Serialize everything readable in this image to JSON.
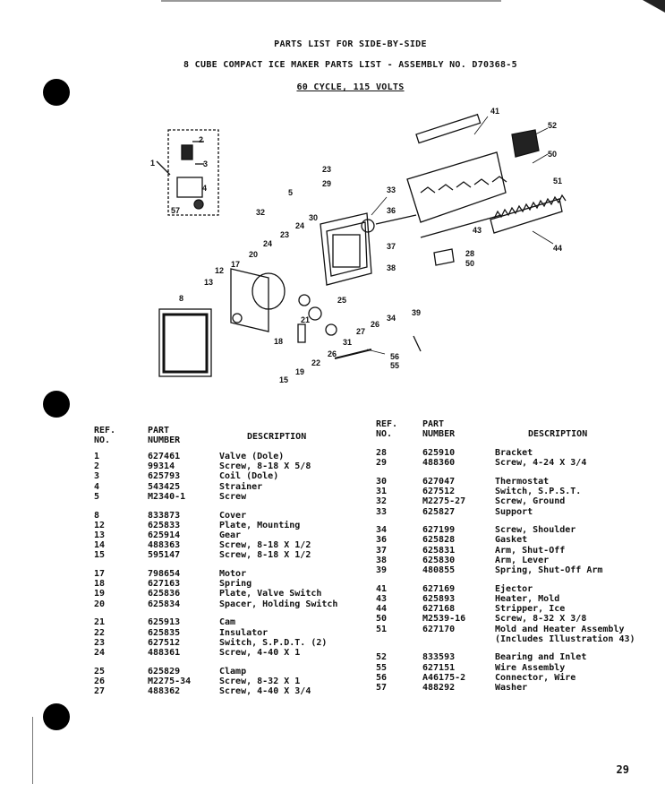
{
  "header": {
    "line1": "PARTS LIST FOR SIDE-BY-SIDE",
    "line2": "8 CUBE COMPACT ICE MAKER PARTS LIST - ASSEMBLY NO.  D70368-5",
    "line3": "60 CYCLE, 115 VOLTS"
  },
  "diagram": {
    "callouts": [
      "1",
      "2",
      "3",
      "4",
      "5",
      "8",
      "12",
      "13",
      "15",
      "17",
      "18",
      "19",
      "20",
      "21",
      "22",
      "23",
      "23",
      "24",
      "24",
      "25",
      "26",
      "26",
      "27",
      "28",
      "29",
      "30",
      "31",
      "32",
      "33",
      "34",
      "36",
      "37",
      "38",
      "39",
      "41",
      "43",
      "44",
      "50",
      "50",
      "51",
      "52",
      "55",
      "56",
      "57"
    ]
  },
  "columns": {
    "ref_no": "REF.\nNO.",
    "part_number": "PART\nNUMBER",
    "description": "DESCRIPTION"
  },
  "left_groups": [
    [
      {
        "ref": "1",
        "part": "627461",
        "desc": "Valve (Dole)"
      },
      {
        "ref": "2",
        "part": "99314",
        "desc": "Screw, 8-18 X 5/8"
      },
      {
        "ref": "3",
        "part": "625793",
        "desc": "Coil (Dole)"
      },
      {
        "ref": "4",
        "part": "543425",
        "desc": "Strainer"
      },
      {
        "ref": "5",
        "part": "M2340-1",
        "desc": "Screw"
      }
    ],
    [
      {
        "ref": "8",
        "part": "833873",
        "desc": "Cover"
      },
      {
        "ref": "12",
        "part": "625833",
        "desc": "Plate, Mounting"
      },
      {
        "ref": "13",
        "part": "625914",
        "desc": "Gear"
      },
      {
        "ref": "14",
        "part": "488363",
        "desc": "Screw, 8-18 X 1/2"
      },
      {
        "ref": "15",
        "part": "595147",
        "desc": "Screw, 8-18 X 1/2"
      }
    ],
    [
      {
        "ref": "17",
        "part": "798654",
        "desc": "Motor"
      },
      {
        "ref": "18",
        "part": "627163",
        "desc": "Spring"
      },
      {
        "ref": "19",
        "part": "625836",
        "desc": "Plate, Valve Switch"
      },
      {
        "ref": "20",
        "part": "625834",
        "desc": "Spacer, Holding Switch"
      }
    ],
    [
      {
        "ref": "21",
        "part": "625913",
        "desc": "Cam"
      },
      {
        "ref": "22",
        "part": "625835",
        "desc": "Insulator"
      },
      {
        "ref": "23",
        "part": "627512",
        "desc": "Switch, S.P.D.T. (2)"
      },
      {
        "ref": "24",
        "part": "488361",
        "desc": "Screw, 4-40 X 1"
      }
    ],
    [
      {
        "ref": "25",
        "part": "625829",
        "desc": "Clamp"
      },
      {
        "ref": "26",
        "part": "M2275-34",
        "desc": "Screw, 8-32 X 1"
      },
      {
        "ref": "27",
        "part": "488362",
        "desc": "Screw, 4-40 X 3/4"
      }
    ]
  ],
  "right_groups": [
    [
      {
        "ref": "28",
        "part": "625910",
        "desc": "Bracket"
      },
      {
        "ref": "29",
        "part": "488360",
        "desc": "Screw, 4-24 X 3/4"
      }
    ],
    [
      {
        "ref": "30",
        "part": "627047",
        "desc": "Thermostat"
      },
      {
        "ref": "31",
        "part": "627512",
        "desc": "Switch, S.P.S.T."
      },
      {
        "ref": "32",
        "part": "M2275-27",
        "desc": "Screw, Ground"
      },
      {
        "ref": "33",
        "part": "625827",
        "desc": "Support"
      }
    ],
    [
      {
        "ref": "34",
        "part": "627199",
        "desc": "Screw, Shoulder"
      },
      {
        "ref": "36",
        "part": "625828",
        "desc": "Gasket"
      },
      {
        "ref": "37",
        "part": "625831",
        "desc": "Arm, Shut-Off"
      },
      {
        "ref": "38",
        "part": "625830",
        "desc": "Arm, Lever"
      },
      {
        "ref": "39",
        "part": "480855",
        "desc": "Spring, Shut-Off Arm"
      }
    ],
    [
      {
        "ref": "41",
        "part": "627169",
        "desc": "Ejector"
      },
      {
        "ref": "43",
        "part": "625893",
        "desc": "Heater, Mold"
      },
      {
        "ref": "44",
        "part": "627168",
        "desc": "Stripper, Ice"
      },
      {
        "ref": "50",
        "part": "M2539-16",
        "desc": "Screw, 8-32 X 3/8"
      },
      {
        "ref": "51",
        "part": "627170",
        "desc": "Mold and Heater Assembly"
      },
      {
        "ref": "",
        "part": "",
        "desc": "(Includes Illustration 43)"
      }
    ],
    [
      {
        "ref": "52",
        "part": "833593",
        "desc": "Bearing and Inlet"
      },
      {
        "ref": "55",
        "part": "627151",
        "desc": "Wire Assembly"
      },
      {
        "ref": "56",
        "part": "A46175-2",
        "desc": "Connector, Wire"
      },
      {
        "ref": "57",
        "part": "488292",
        "desc": "Washer"
      }
    ]
  ],
  "page_number": "29"
}
